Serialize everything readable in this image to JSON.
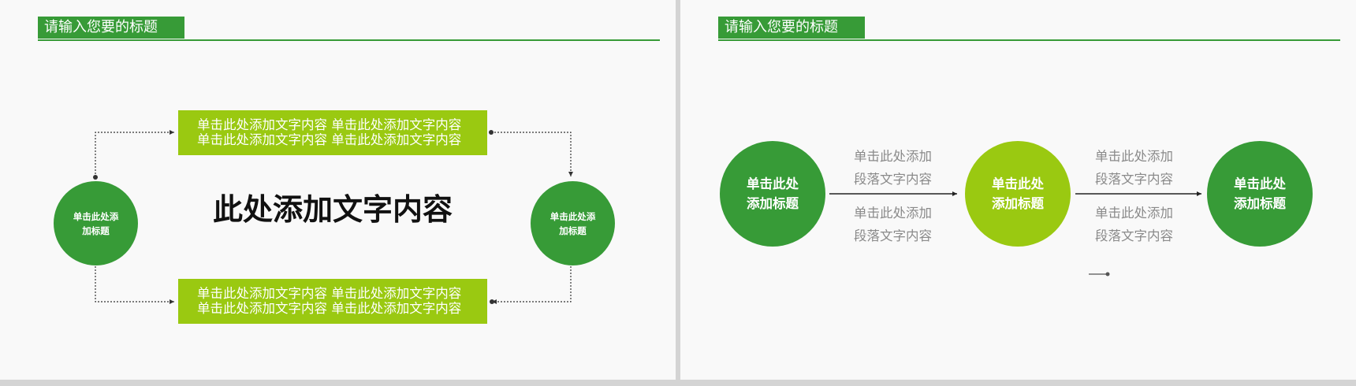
{
  "slides": [
    {
      "title": "请输入您要的标题",
      "top_box": {
        "lines": [
          "单击此处添加文字内容  单击此处添加文字内容",
          "单击此处添加文字内容  单击此处添加文字内容"
        ]
      },
      "bottom_box": {
        "lines": [
          "单击此处添加文字内容  单击此处添加文字内容",
          "单击此处添加文字内容  单击此处添加文字内容"
        ]
      },
      "center_text": "此处添加文字内容",
      "left_circle": {
        "lines": [
          "单击此处添",
          "加标题"
        ]
      },
      "right_circle": {
        "lines": [
          "单击此处添",
          "加标题"
        ]
      }
    },
    {
      "title": "请输入您要的标题",
      "circles": [
        {
          "lines": [
            "单击此处",
            "添加标题"
          ],
          "color": "#379b37"
        },
        {
          "lines": [
            "单击此处",
            "添加标题"
          ],
          "color": "#9ac911"
        },
        {
          "lines": [
            "单击此处",
            "添加标题"
          ],
          "color": "#379b37"
        }
      ],
      "connectors": [
        {
          "top": [
            "单击此处添加",
            "段落文字内容"
          ],
          "bottom": [
            "单击此处添加",
            "段落文字内容"
          ]
        },
        {
          "top": [
            "单击此处添加",
            "段落文字内容"
          ],
          "bottom": [
            "单击此处添加",
            "段落文字内容"
          ]
        }
      ]
    }
  ],
  "colors": {
    "dark_green": "#379b37",
    "lime_green": "#9ac911",
    "slide_bg": "#f9f9f9",
    "gap": "#d4d4d4"
  }
}
